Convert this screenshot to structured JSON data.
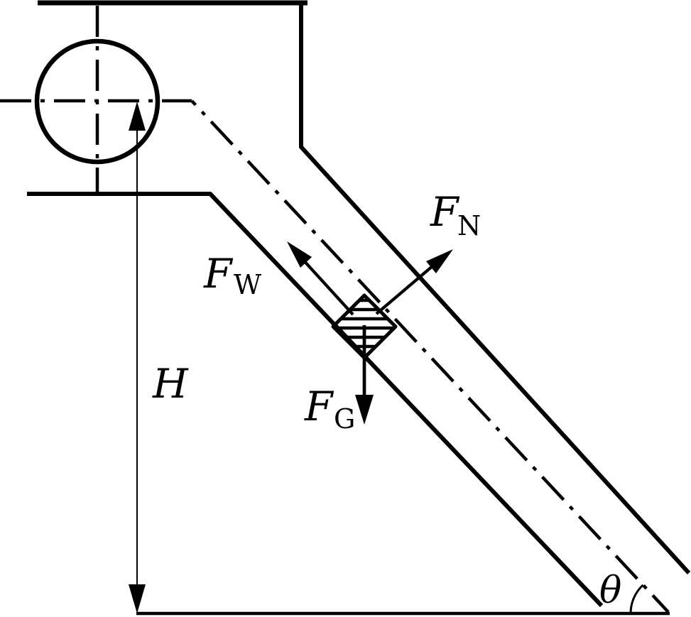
{
  "diagram": {
    "description": "Block sliding inside an inclined chute from a hopper with a roller; free-body force vectors, height dimension and incline angle",
    "labels": {
      "force_normal": {
        "main": "F",
        "sub": "N"
      },
      "force_w": {
        "main": "F",
        "sub": "W"
      },
      "force_gravity": {
        "main": "F",
        "sub": "G"
      },
      "height": "H",
      "angle": "θ"
    },
    "colors": {
      "ink": "#000000",
      "background": "#ffffff"
    }
  }
}
